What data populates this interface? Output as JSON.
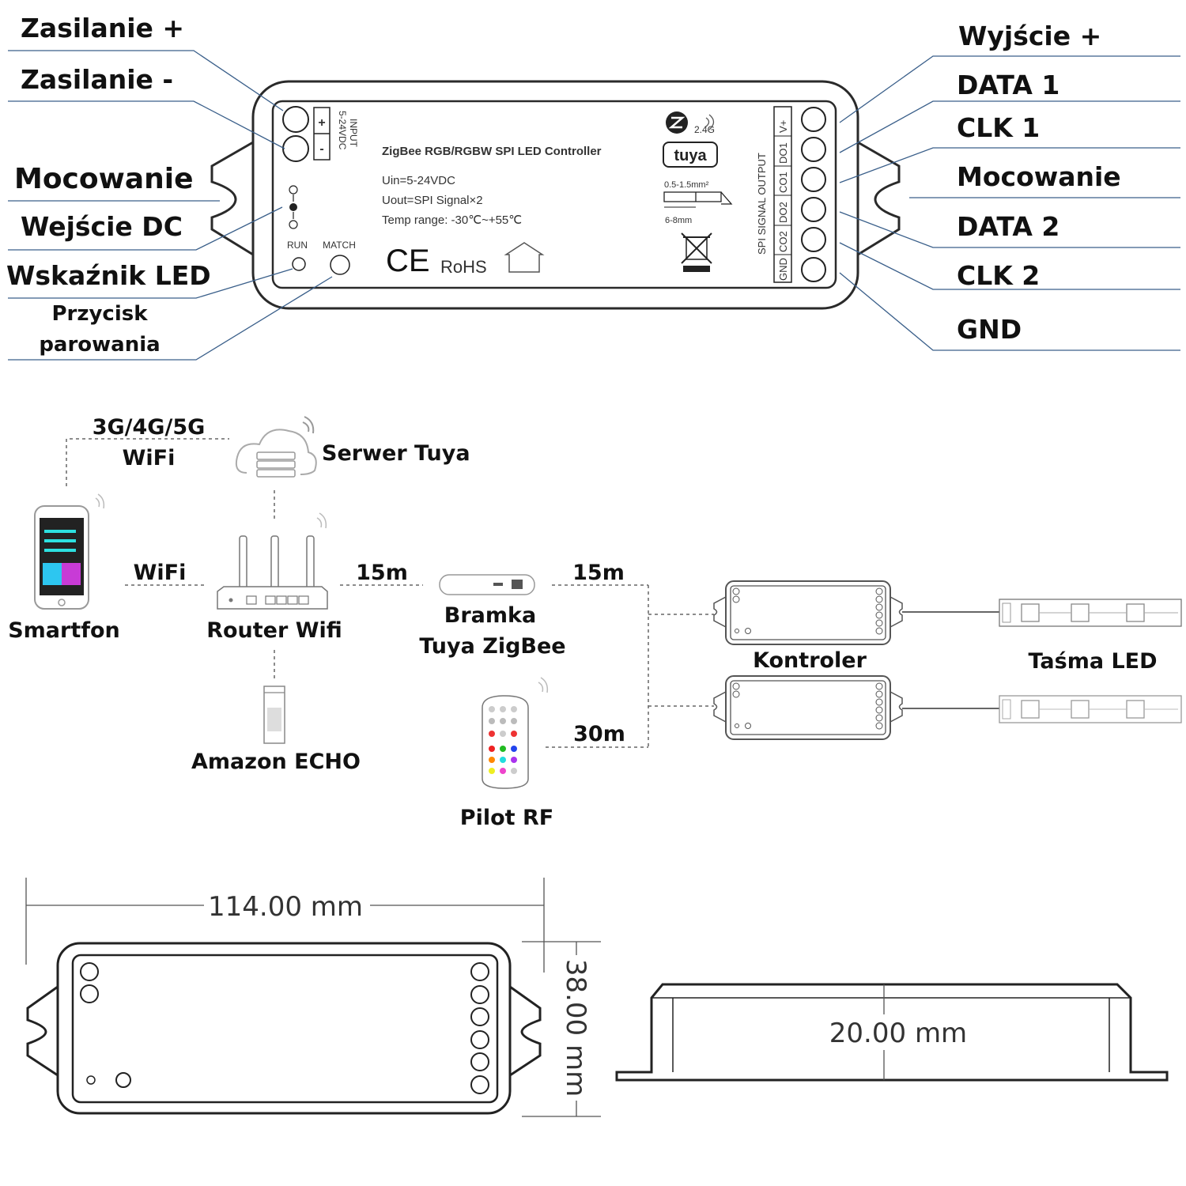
{
  "colors": {
    "leader": "#3a5f8a",
    "outline": "#2a2a2a",
    "text": "#111111"
  },
  "pinout": {
    "left_labels": [
      "Zasilanie +",
      "Zasilanie -",
      "Mocowanie",
      "Wejście DC",
      "Wskaźnik LED"
    ],
    "pair_button_label": [
      "Przycisk",
      "parowania"
    ],
    "right_labels": [
      "Wyjście +",
      "DATA 1",
      "CLK 1",
      "Mocowanie",
      "DATA 2",
      "CLK 2",
      "GND"
    ]
  },
  "device": {
    "title": "ZigBee RGB/RGBW SPI LED Controller",
    "spec1": "Uin=5-24VDC",
    "spec2": "Uout=SPI Signal×2",
    "spec3": "Temp range: -30℃~+55℃",
    "input_label1": "INPUT",
    "input_label2": "5-24VDC",
    "plus": "+",
    "minus": "-",
    "run": "RUN",
    "match": "MATCH",
    "ce": "CE",
    "rohs": "RoHS",
    "zigbee_band": "2.4G",
    "tuya": "tuya",
    "wire_gauge": "0.5-1.5mm²",
    "strip_len": "6-8mm",
    "spi_label": "SPI SIGNAL OUTPUT",
    "terminals": [
      "V+",
      "DO1",
      "CO1",
      "DO2",
      "CO2",
      "GND"
    ]
  },
  "network": {
    "mobile_link": [
      "3G/4G/5G",
      "WiFi"
    ],
    "server": "Serwer Tuya",
    "phone": "Smartfon",
    "wifi_link": "WiFi",
    "router": "Router Wifi",
    "dist_router_gateway": "15m",
    "gateway": [
      "Bramka",
      "Tuya ZigBee"
    ],
    "dist_gateway_controller": "15m",
    "echo": "Amazon ECHO",
    "remote": "Pilot RF",
    "dist_remote": "30m",
    "controller": "Kontroler",
    "strip": "Taśma LED"
  },
  "dimensions": {
    "length": "114.00 mm",
    "width": "38.00 mm",
    "height": "20.00 mm"
  }
}
